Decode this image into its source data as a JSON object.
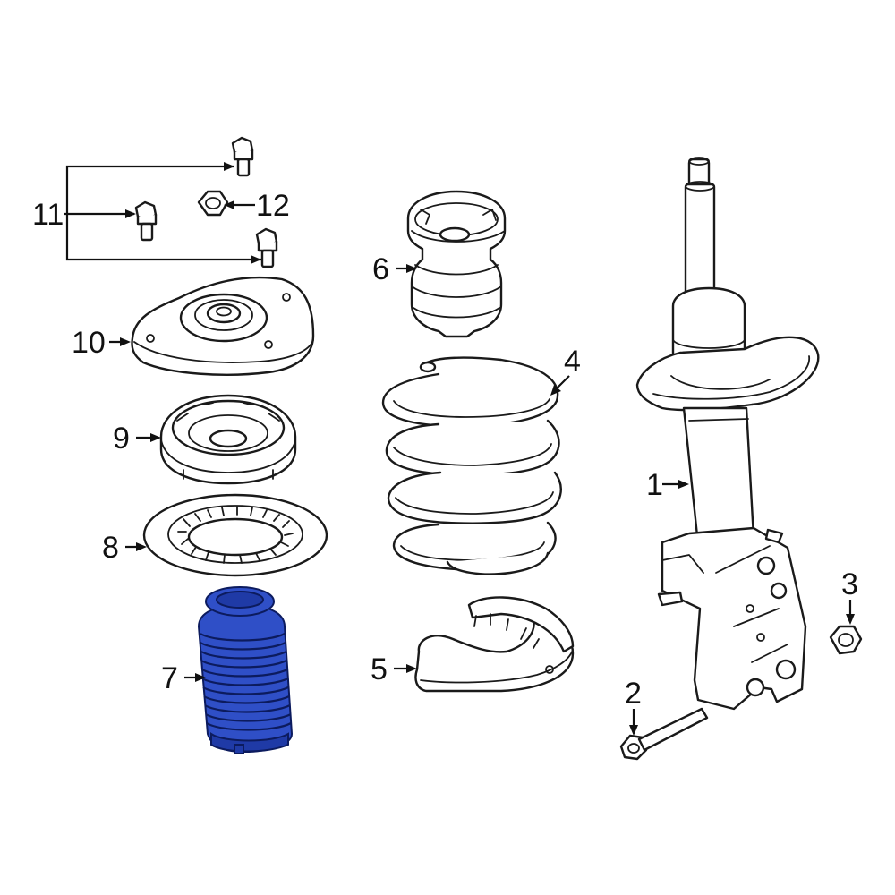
{
  "diagram": {
    "highlight_color": "#2f4fc7",
    "line_color": "#1a1a1a",
    "callouts": {
      "c1": "1",
      "c2": "2",
      "c3": "3",
      "c4": "4",
      "c5": "5",
      "c6": "6",
      "c7": "7",
      "c8": "8",
      "c9": "9",
      "c10": "10",
      "c11": "11",
      "c12": "12"
    },
    "highlighted_part": "7"
  }
}
